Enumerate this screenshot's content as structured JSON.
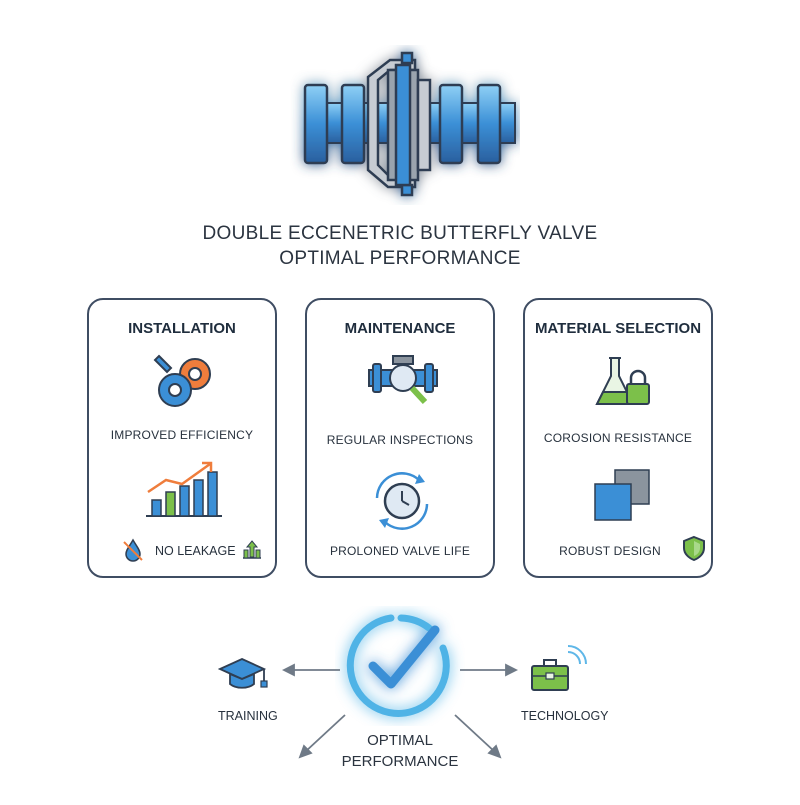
{
  "title": {
    "line1": "DOUBLE ECCENETRIC BUTTERFLY VALVE",
    "line2": "OPTIMAL PERFORMANCE"
  },
  "cards": [
    {
      "title": "INSTALLATION",
      "item1": "IMPROVED EFFICIENCY",
      "item2": "NO LEAKAGE",
      "icons": [
        "gears-icon",
        "bar-chart-icon",
        "no-leak-drop-icon",
        "arrow-up-icon"
      ]
    },
    {
      "title": "MAINTENANCE",
      "item1": "REGULAR INSPECTIONS",
      "item2": "PROLONED VALVE LIFE",
      "icons": [
        "valve-magnifier-icon",
        "clock-cycle-icon"
      ]
    },
    {
      "title": "MATERIAL SELECTION",
      "item1": "COROSION RESISTANCE",
      "item2": "ROBUST DESIGN",
      "icons": [
        "flask-lock-icon",
        "squares-icon",
        "shield-icon"
      ]
    }
  ],
  "hub": {
    "label_line1": "OPTIMAL",
    "label_line2": "PERFORMANCE",
    "left": "TRAINING",
    "right": "TECHNOLOGY",
    "icons": [
      "checkmark-circle-icon",
      "graduation-cap-icon",
      "toolbox-wifi-icon"
    ]
  },
  "colors": {
    "blue": "#3b8fd6",
    "light_blue": "#5fb7e8",
    "gray": "#8b949e",
    "orange": "#ef7d3c",
    "green": "#7cc04a",
    "dark": "#3f4d63"
  }
}
